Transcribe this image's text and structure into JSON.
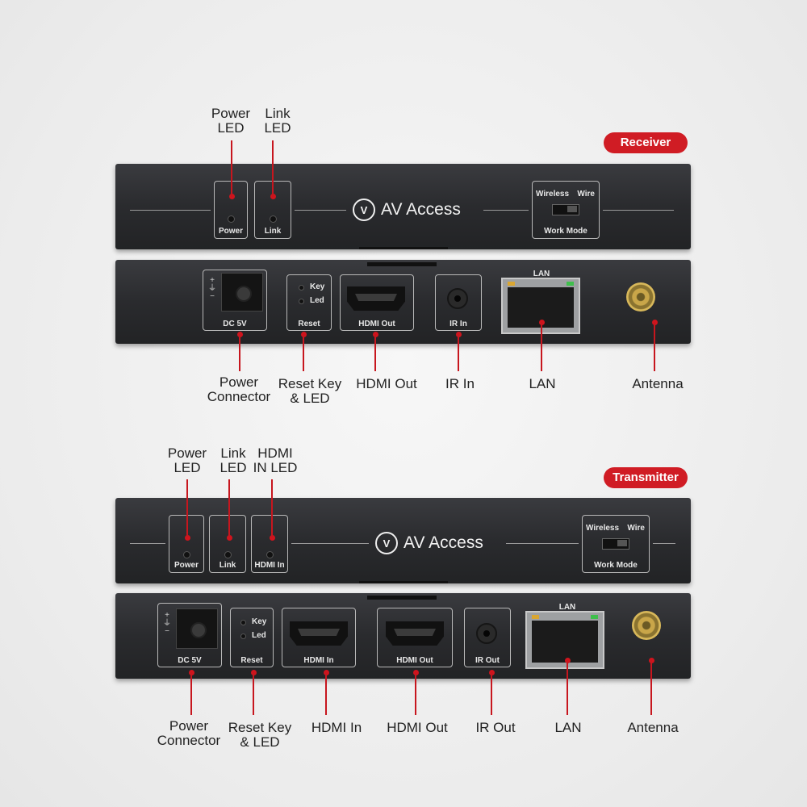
{
  "colors": {
    "accent": "#d01c24",
    "panel": "#2a2b2e",
    "background": "#eeeeee"
  },
  "brand": {
    "name": "AV Access",
    "mark": "V"
  },
  "receiver": {
    "badge": "Receiver",
    "top_callouts": {
      "power_led": "Power\nLED",
      "link_led": "Link\nLED"
    },
    "front": {
      "power_label": "Power",
      "link_label": "Link",
      "work_mode": {
        "wireless": "Wireless",
        "wire": "Wire",
        "label": "Work Mode"
      }
    },
    "back": {
      "polarity": "+\n⏚\n−",
      "dc": "DC 5V",
      "key": "Key",
      "led": "Led",
      "reset": "Reset",
      "hdmi_out": "HDMI Out",
      "ir_in": "IR In",
      "lan": "LAN"
    },
    "bottom_callouts": {
      "power_connector": "Power\nConnector",
      "reset_key": "Reset Key\n& LED",
      "hdmi_out": "HDMI Out",
      "ir_in": "IR In",
      "lan": "LAN",
      "antenna": "Antenna"
    }
  },
  "transmitter": {
    "badge": "Transmitter",
    "top_callouts": {
      "power_led": "Power\nLED",
      "link_led": "Link\nLED",
      "hdmi_in_led": "HDMI\nIN LED"
    },
    "front": {
      "power_label": "Power",
      "link_label": "Link",
      "hdmi_in_label": "HDMI In",
      "work_mode": {
        "wireless": "Wireless",
        "wire": "Wire",
        "label": "Work Mode"
      }
    },
    "back": {
      "polarity": "+\n⏚\n−",
      "dc": "DC 5V",
      "key": "Key",
      "led": "Led",
      "reset": "Reset",
      "hdmi_in": "HDMI In",
      "hdmi_out": "HDMI Out",
      "ir_out": "IR Out",
      "lan": "LAN"
    },
    "bottom_callouts": {
      "power_connector": "Power\nConnector",
      "reset_key": "Reset Key\n& LED",
      "hdmi_in": "HDMI In",
      "hdmi_out": "HDMI Out",
      "ir_out": "IR Out",
      "lan": "LAN",
      "antenna": "Antenna"
    }
  }
}
